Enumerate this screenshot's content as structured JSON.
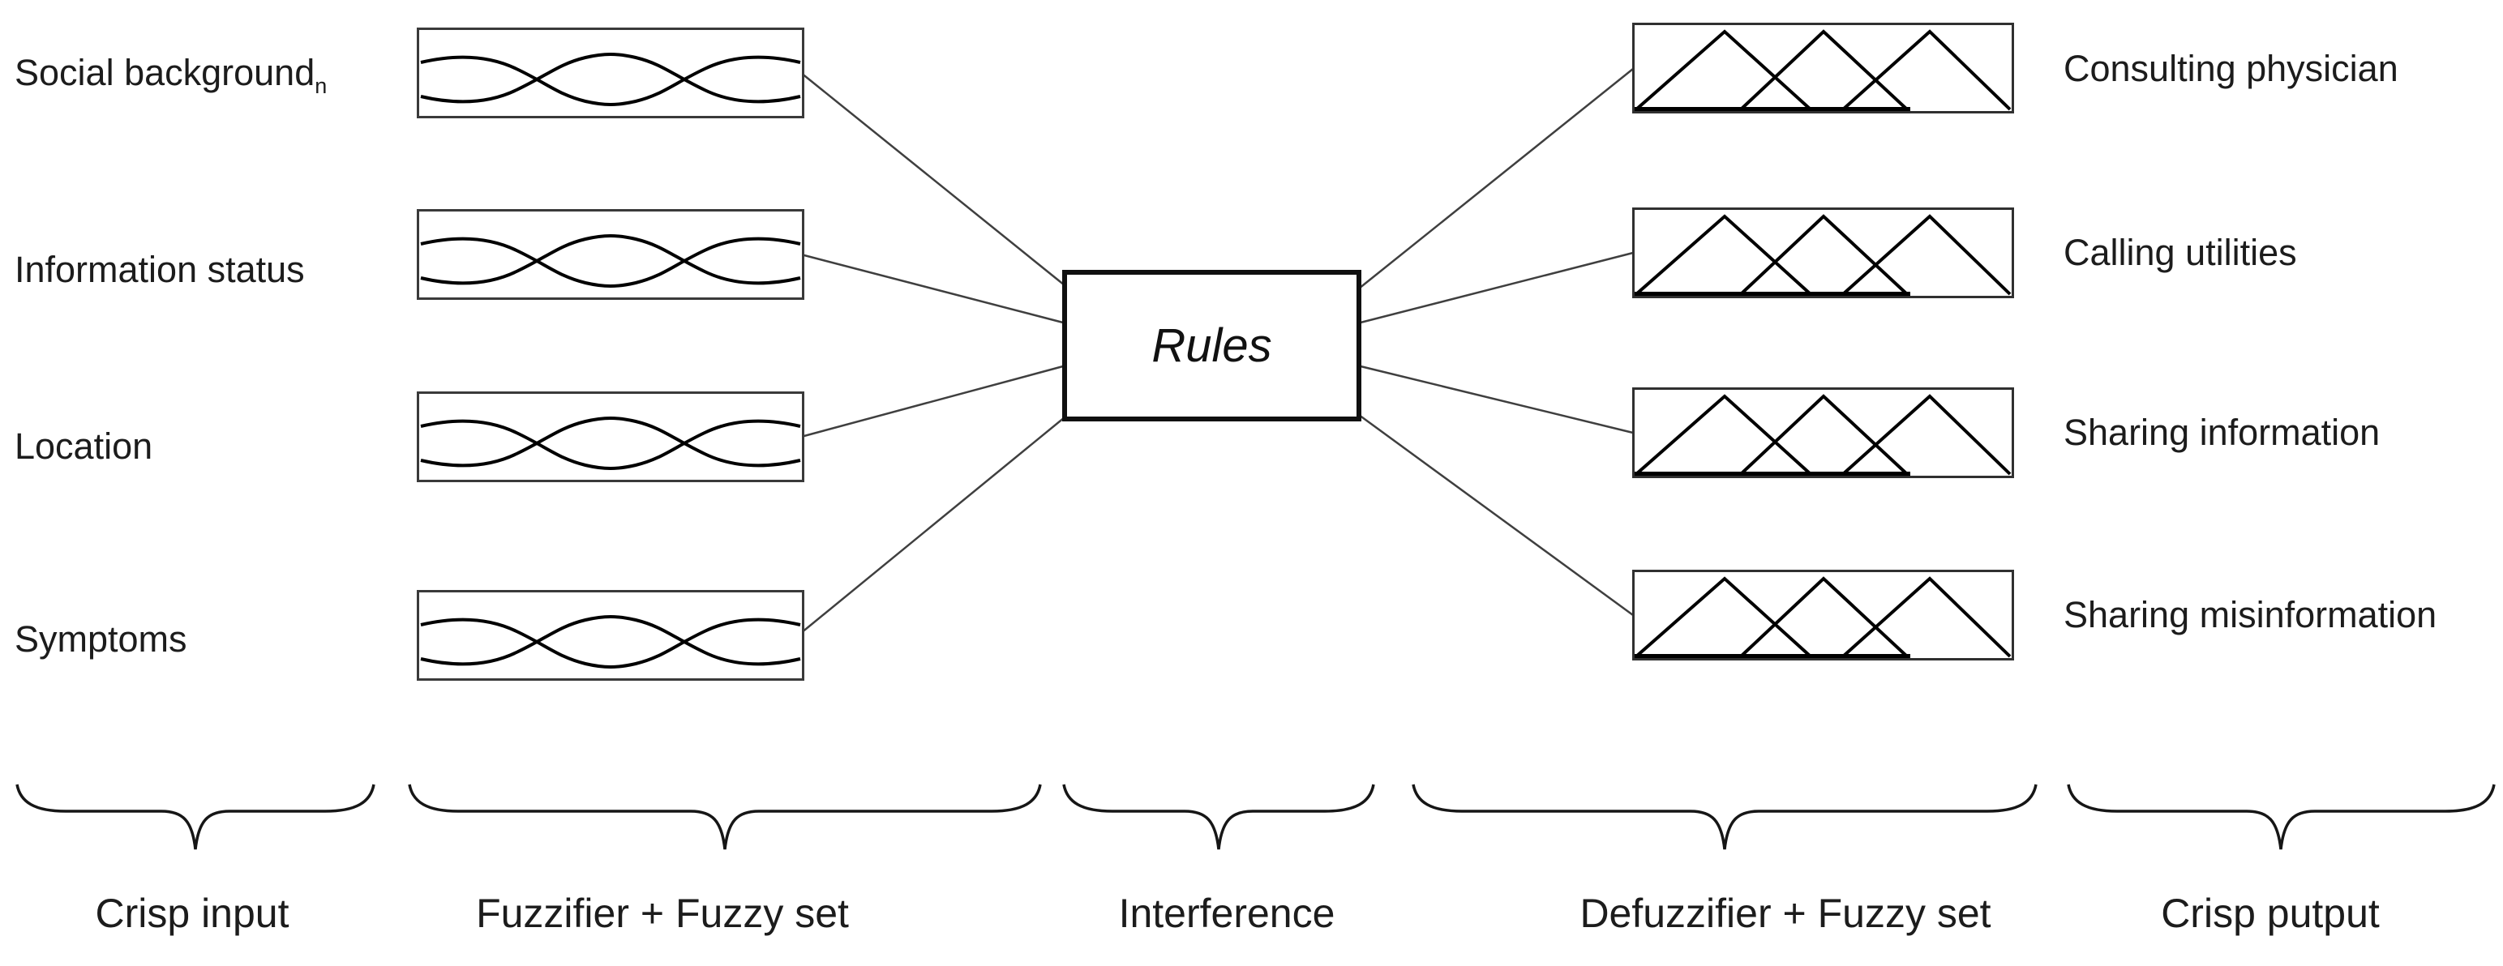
{
  "diagram": {
    "inputs": [
      {
        "label": "Social background",
        "subscript": "n"
      },
      {
        "label": "Information status",
        "subscript": ""
      },
      {
        "label": "Location",
        "subscript": ""
      },
      {
        "label": "Symptoms",
        "subscript": ""
      }
    ],
    "rules": {
      "label": "Rules"
    },
    "outputs": [
      {
        "label": "Consulting physician"
      },
      {
        "label": "Calling utilities"
      },
      {
        "label": "Sharing information"
      },
      {
        "label": "Sharing misinformation"
      }
    ],
    "stages": [
      {
        "label": "Crisp input"
      },
      {
        "label": "Fuzzifier + Fuzzy set"
      },
      {
        "label": "Interference"
      },
      {
        "label": "Defuzzifier + Fuzzy set"
      },
      {
        "label": "Crisp putput"
      }
    ],
    "colors": {
      "ink": "#1c1c1c",
      "connector": "#3f3f3f",
      "box_border": "#303030",
      "background": "#ffffff"
    }
  }
}
